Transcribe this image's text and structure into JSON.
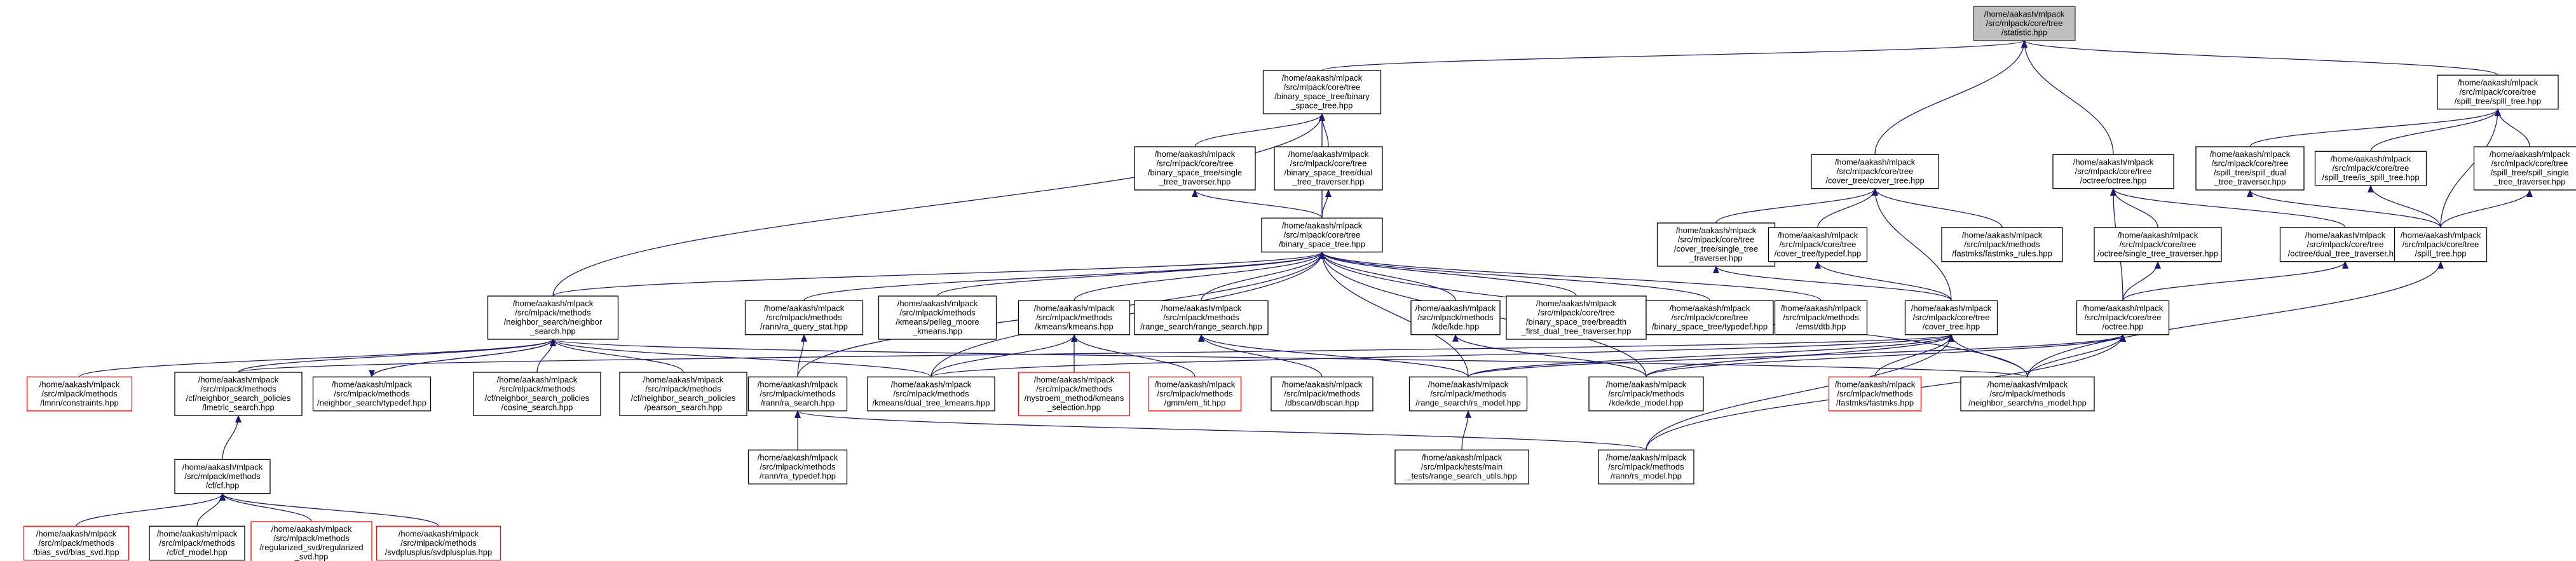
{
  "diagram": {
    "type": "include-dependency-graph",
    "edge_color": "#191970",
    "node_border_color": "#000000",
    "missing_node_border_color": "#ff0000",
    "root_fill_color": "#bfbfbf",
    "nodes": [
      {
        "id": "n0",
        "style": "root",
        "lines": [
          "/home/aakash/mlpack",
          "/src/mlpack/core/tree",
          "/statistic.hpp"
        ]
      },
      {
        "id": "n1",
        "style": "normal",
        "lines": [
          "/home/aakash/mlpack",
          "/src/mlpack/core/tree",
          "/binary_space_tree/binary",
          "_space_tree.hpp"
        ]
      },
      {
        "id": "n2",
        "style": "normal",
        "lines": [
          "/home/aakash/mlpack",
          "/src/mlpack/core/tree",
          "/cover_tree/cover_tree.hpp"
        ]
      },
      {
        "id": "n3",
        "style": "normal",
        "lines": [
          "/home/aakash/mlpack",
          "/src/mlpack/core/tree",
          "/octree/octree.hpp"
        ]
      },
      {
        "id": "n4",
        "style": "normal",
        "lines": [
          "/home/aakash/mlpack",
          "/src/mlpack/core/tree",
          "/spill_tree/spill_tree.hpp"
        ]
      },
      {
        "id": "n5",
        "style": "normal",
        "lines": [
          "/home/aakash/mlpack",
          "/src/mlpack/core/tree",
          "/binary_space_tree/single",
          "_tree_traverser.hpp"
        ]
      },
      {
        "id": "n6",
        "style": "normal",
        "lines": [
          "/home/aakash/mlpack",
          "/src/mlpack/core/tree",
          "/binary_space_tree/dual",
          "_tree_traverser.hpp"
        ]
      },
      {
        "id": "n7",
        "style": "normal",
        "lines": [
          "/home/aakash/mlpack",
          "/src/mlpack/core/tree",
          "/binary_space_tree.hpp"
        ]
      },
      {
        "id": "n8",
        "style": "normal",
        "lines": [
          "/home/aakash/mlpack",
          "/src/mlpack/methods",
          "/neighbor_search/neighbor",
          "_search.hpp"
        ]
      },
      {
        "id": "n9",
        "style": "normal",
        "lines": [
          "/home/aakash/mlpack",
          "/src/mlpack/core/tree",
          "/cover_tree/single_tree",
          "_traverser.hpp"
        ]
      },
      {
        "id": "n10",
        "style": "normal",
        "lines": [
          "/home/aakash/mlpack",
          "/src/mlpack/core/tree",
          "/cover_tree/typedef.hpp"
        ]
      },
      {
        "id": "n11",
        "style": "normal",
        "lines": [
          "/home/aakash/mlpack",
          "/src/mlpack/methods",
          "/fastmks/fastmks_rules.hpp"
        ]
      },
      {
        "id": "n12",
        "style": "normal",
        "lines": [
          "/home/aakash/mlpack",
          "/src/mlpack/core/tree",
          "/octree/single_tree_traverser.hpp"
        ]
      },
      {
        "id": "n13",
        "style": "normal",
        "lines": [
          "/home/aakash/mlpack",
          "/src/mlpack/core/tree",
          "/octree/dual_tree_traverser.hpp"
        ]
      },
      {
        "id": "n14",
        "style": "normal",
        "lines": [
          "/home/aakash/mlpack",
          "/src/mlpack/core/tree",
          "/spill_tree/spill_dual",
          "_tree_traverser.hpp"
        ]
      },
      {
        "id": "n15",
        "style": "normal",
        "lines": [
          "/home/aakash/mlpack",
          "/src/mlpack/core/tree",
          "/spill_tree/is_spill_tree.hpp"
        ]
      },
      {
        "id": "n16",
        "style": "normal",
        "lines": [
          "/home/aakash/mlpack",
          "/src/mlpack/core/tree",
          "/spill_tree/spill_single",
          "_tree_traverser.hpp"
        ]
      },
      {
        "id": "n17",
        "style": "normal",
        "lines": [
          "/home/aakash/mlpack",
          "/src/mlpack/core/tree",
          "/spill_tree.hpp"
        ]
      },
      {
        "id": "n18",
        "style": "normal",
        "lines": [
          "/home/aakash/mlpack",
          "/src/mlpack/core/tree",
          "/cover_tree.hpp"
        ]
      },
      {
        "id": "n19",
        "style": "normal",
        "lines": [
          "/home/aakash/mlpack",
          "/src/mlpack/core/tree",
          "/octree.hpp"
        ]
      },
      {
        "id": "n20",
        "style": "normal",
        "lines": [
          "/home/aakash/mlpack",
          "/src/mlpack/methods",
          "/rann/ra_query_stat.hpp"
        ]
      },
      {
        "id": "n21",
        "style": "normal",
        "lines": [
          "/home/aakash/mlpack",
          "/src/mlpack/methods",
          "/kmeans/pelleg_moore",
          "_kmeans.hpp"
        ]
      },
      {
        "id": "n22",
        "style": "normal",
        "lines": [
          "/home/aakash/mlpack",
          "/src/mlpack/methods",
          "/kmeans/kmeans.hpp"
        ]
      },
      {
        "id": "n23",
        "style": "normal",
        "lines": [
          "/home/aakash/mlpack",
          "/src/mlpack/methods",
          "/range_search/range_search.hpp"
        ]
      },
      {
        "id": "n24",
        "style": "normal",
        "lines": [
          "/home/aakash/mlpack",
          "/src/mlpack/methods",
          "/kde/kde.hpp"
        ]
      },
      {
        "id": "n25",
        "style": "normal",
        "lines": [
          "/home/aakash/mlpack",
          "/src/mlpack/core/tree",
          "/binary_space_tree/breadth",
          "_first_dual_tree_traverser.hpp"
        ]
      },
      {
        "id": "n26",
        "style": "normal",
        "lines": [
          "/home/aakash/mlpack",
          "/src/mlpack/core/tree",
          "/binary_space_tree/typedef.hpp"
        ]
      },
      {
        "id": "n27",
        "style": "normal",
        "lines": [
          "/home/aakash/mlpack",
          "/src/mlpack/methods",
          "/emst/dtb.hpp"
        ]
      },
      {
        "id": "n28",
        "style": "red",
        "lines": [
          "/home/aakash/mlpack",
          "/src/mlpack/methods",
          "/lmnn/constraints.hpp"
        ]
      },
      {
        "id": "n29",
        "style": "normal",
        "lines": [
          "/home/aakash/mlpack",
          "/src/mlpack/methods",
          "/cf/neighbor_search_policies",
          "/lmetric_search.hpp"
        ]
      },
      {
        "id": "n30",
        "style": "normal",
        "lines": [
          "/home/aakash/mlpack",
          "/src/mlpack/methods",
          "/neighbor_search/typedef.hpp"
        ]
      },
      {
        "id": "n31",
        "style": "normal",
        "lines": [
          "/home/aakash/mlpack",
          "/src/mlpack/methods",
          "/cf/neighbor_search_policies",
          "/cosine_search.hpp"
        ]
      },
      {
        "id": "n32",
        "style": "normal",
        "lines": [
          "/home/aakash/mlpack",
          "/src/mlpack/methods",
          "/cf/neighbor_search_policies",
          "/pearson_search.hpp"
        ]
      },
      {
        "id": "n33",
        "style": "normal",
        "lines": [
          "/home/aakash/mlpack",
          "/src/mlpack/methods",
          "/rann/ra_search.hpp"
        ]
      },
      {
        "id": "n34",
        "style": "normal",
        "lines": [
          "/home/aakash/mlpack",
          "/src/mlpack/methods",
          "/kmeans/dual_tree_kmeans.hpp"
        ]
      },
      {
        "id": "n35",
        "style": "red",
        "lines": [
          "/home/aakash/mlpack",
          "/src/mlpack/methods",
          "/nystroem_method/kmeans",
          "_selection.hpp"
        ]
      },
      {
        "id": "n36",
        "style": "red",
        "lines": [
          "/home/aakash/mlpack",
          "/src/mlpack/methods",
          "/gmm/em_fit.hpp"
        ]
      },
      {
        "id": "n37",
        "style": "normal",
        "lines": [
          "/home/aakash/mlpack",
          "/src/mlpack/methods",
          "/dbscan/dbscan.hpp"
        ]
      },
      {
        "id": "n38",
        "style": "normal",
        "lines": [
          "/home/aakash/mlpack",
          "/src/mlpack/methods",
          "/range_search/rs_model.hpp"
        ]
      },
      {
        "id": "n39",
        "style": "normal",
        "lines": [
          "/home/aakash/mlpack",
          "/src/mlpack/methods",
          "/kde/kde_model.hpp"
        ]
      },
      {
        "id": "n40",
        "style": "red",
        "lines": [
          "/home/aakash/mlpack",
          "/src/mlpack/methods",
          "/fastmks/fastmks.hpp"
        ]
      },
      {
        "id": "n41",
        "style": "normal",
        "lines": [
          "/home/aakash/mlpack",
          "/src/mlpack/methods",
          "/neighbor_search/ns_model.hpp"
        ]
      },
      {
        "id": "n42",
        "style": "normal",
        "lines": [
          "/home/aakash/mlpack",
          "/src/mlpack/methods",
          "/cf/cf.hpp"
        ]
      },
      {
        "id": "n43",
        "style": "normal",
        "lines": [
          "/home/aakash/mlpack",
          "/src/mlpack/methods",
          "/rann/ra_typedef.hpp"
        ]
      },
      {
        "id": "n44",
        "style": "normal",
        "lines": [
          "/home/aakash/mlpack",
          "/src/mlpack/tests/main",
          "_tests/range_search_utils.hpp"
        ]
      },
      {
        "id": "n45",
        "style": "normal",
        "lines": [
          "/home/aakash/mlpack",
          "/src/mlpack/methods",
          "/rann/rs_model.hpp"
        ]
      },
      {
        "id": "n46",
        "style": "red",
        "lines": [
          "/home/aakash/mlpack",
          "/src/mlpack/methods",
          "/bias_svd/bias_svd.hpp"
        ]
      },
      {
        "id": "n47",
        "style": "normal",
        "lines": [
          "/home/aakash/mlpack",
          "/src/mlpack/methods",
          "/cf/cf_model.hpp"
        ]
      },
      {
        "id": "n48",
        "style": "red",
        "lines": [
          "/home/aakash/mlpack",
          "/src/mlpack/methods",
          "/regularized_svd/regularized",
          "_svd.hpp"
        ]
      },
      {
        "id": "n49",
        "style": "red",
        "lines": [
          "/home/aakash/mlpack",
          "/src/mlpack/methods",
          "/svdplusplus/svdplusplus.hpp"
        ]
      }
    ],
    "edges": [
      [
        "n1",
        "n0"
      ],
      [
        "n2",
        "n0"
      ],
      [
        "n3",
        "n0"
      ],
      [
        "n4",
        "n0"
      ],
      [
        "n5",
        "n1"
      ],
      [
        "n6",
        "n1"
      ],
      [
        "n7",
        "n1"
      ],
      [
        "n8",
        "n1"
      ],
      [
        "n7",
        "n5"
      ],
      [
        "n7",
        "n6"
      ],
      [
        "n9",
        "n2"
      ],
      [
        "n10",
        "n2"
      ],
      [
        "n11",
        "n2"
      ],
      [
        "n18",
        "n2"
      ],
      [
        "n12",
        "n3"
      ],
      [
        "n13",
        "n3"
      ],
      [
        "n19",
        "n3"
      ],
      [
        "n14",
        "n4"
      ],
      [
        "n15",
        "n4"
      ],
      [
        "n16",
        "n4"
      ],
      [
        "n17",
        "n4"
      ],
      [
        "n17",
        "n14"
      ],
      [
        "n17",
        "n15"
      ],
      [
        "n17",
        "n16"
      ],
      [
        "n18",
        "n9"
      ],
      [
        "n18",
        "n10"
      ],
      [
        "n19",
        "n12"
      ],
      [
        "n19",
        "n13"
      ],
      [
        "n8",
        "n7"
      ],
      [
        "n20",
        "n7"
      ],
      [
        "n21",
        "n7"
      ],
      [
        "n22",
        "n7"
      ],
      [
        "n23",
        "n7"
      ],
      [
        "n24",
        "n7"
      ],
      [
        "n25",
        "n7"
      ],
      [
        "n26",
        "n7"
      ],
      [
        "n27",
        "n7"
      ],
      [
        "n33",
        "n7"
      ],
      [
        "n34",
        "n7"
      ],
      [
        "n38",
        "n7"
      ],
      [
        "n39",
        "n7"
      ],
      [
        "n41",
        "n7"
      ],
      [
        "n29",
        "n8"
      ],
      [
        "n30",
        "n8"
      ],
      [
        "n31",
        "n8"
      ],
      [
        "n32",
        "n8"
      ],
      [
        "n28",
        "n8"
      ],
      [
        "n34",
        "n8"
      ],
      [
        "n41",
        "n8"
      ],
      [
        "n8",
        "n30"
      ],
      [
        "n42",
        "n29"
      ],
      [
        "n46",
        "n42"
      ],
      [
        "n47",
        "n42"
      ],
      [
        "n48",
        "n42"
      ],
      [
        "n49",
        "n42"
      ],
      [
        "n33",
        "n20"
      ],
      [
        "n43",
        "n33"
      ],
      [
        "n45",
        "n33"
      ],
      [
        "n35",
        "n22"
      ],
      [
        "n36",
        "n22"
      ],
      [
        "n34",
        "n22"
      ],
      [
        "n37",
        "n23"
      ],
      [
        "n38",
        "n23"
      ],
      [
        "n44",
        "n38"
      ],
      [
        "n39",
        "n24"
      ],
      [
        "n34",
        "n18"
      ],
      [
        "n38",
        "n18"
      ],
      [
        "n39",
        "n18"
      ],
      [
        "n40",
        "n18"
      ],
      [
        "n41",
        "n18"
      ],
      [
        "n45",
        "n18"
      ],
      [
        "n29",
        "n18"
      ],
      [
        "n38",
        "n19"
      ],
      [
        "n39",
        "n19"
      ],
      [
        "n41",
        "n19"
      ],
      [
        "n45",
        "n19"
      ],
      [
        "n41",
        "n17"
      ]
    ]
  }
}
